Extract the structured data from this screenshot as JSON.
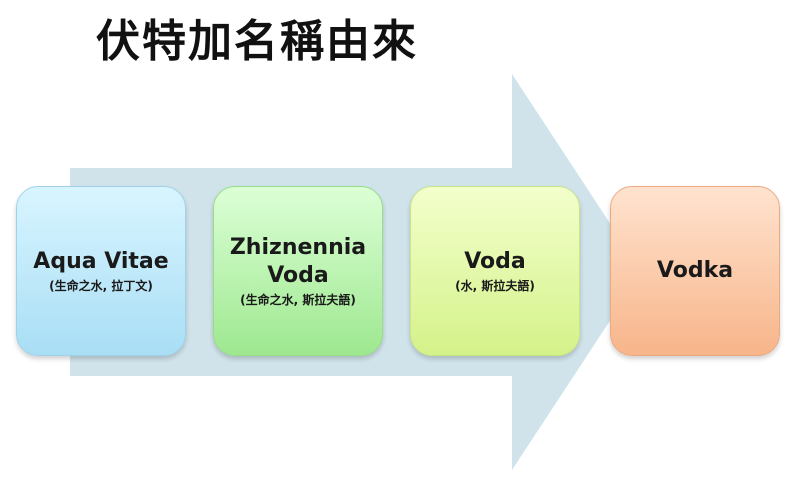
{
  "title": "伏特加名稱由來",
  "colors": {
    "arrow": "#d0e3ea",
    "box1": "#bfe9fb",
    "box2": "#b9f1ae",
    "box3": "#e2f7a8",
    "box4": "#fbc8a6"
  },
  "steps": [
    {
      "main_line1": "Aqua Vitae",
      "main_line2": "",
      "sub": "(生命之水, 拉丁文)"
    },
    {
      "main_line1": "Zhiznennia",
      "main_line2": "Voda",
      "sub": "(生命之水, 斯拉夫語)"
    },
    {
      "main_line1": "Voda",
      "main_line2": "",
      "sub": "(水, 斯拉夫語)"
    },
    {
      "main_line1": "Vodka",
      "main_line2": "",
      "sub": ""
    }
  ]
}
